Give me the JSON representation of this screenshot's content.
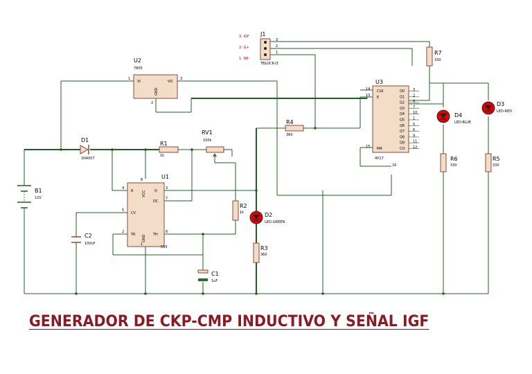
{
  "title": "GENERADOR DE CKP-CMP INDUCTIVO Y SEÑAL IGF",
  "colors": {
    "wire": "#1f5f1f",
    "body": "#f3dcc8",
    "outline": "#8a4a3a",
    "led": "#d40000",
    "title": "#8a1a24"
  },
  "components": {
    "u2": {
      "ref": "U2",
      "value": "7805",
      "pin_vi": "VI",
      "pin_vo": "VO",
      "pin_gnd": "GND",
      "pin1": "1",
      "pin2": "2",
      "pin3": "3"
    },
    "u1": {
      "ref": "U1",
      "value": "555",
      "pin_r": "R",
      "pin_vcc": "VCC",
      "pin_q": "Q",
      "pin_dc": "DC",
      "pin_cv": "CV",
      "pin_tr": "TR",
      "pin_gnd": "GND",
      "pin_th": "TH",
      "n4": "4",
      "n8": "8",
      "n3": "3",
      "n7": "7",
      "n5": "5",
      "n2": "2",
      "n1": "1",
      "n6": "6"
    },
    "u3": {
      "ref": "U3",
      "value": "4017",
      "pins_left": [
        "CLK",
        "E",
        "MR"
      ],
      "nums_left": [
        "14",
        "13",
        "15"
      ],
      "pins_right": [
        "Q0",
        "Q1",
        "Q2",
        "Q3",
        "Q4",
        "Q5",
        "Q6",
        "Q7",
        "Q8",
        "Q9",
        "CO"
      ],
      "nums_right": [
        "3",
        "2",
        "4",
        "7",
        "10",
        "1",
        "5",
        "6",
        "9",
        "11",
        "12"
      ],
      "pin16": "16"
    },
    "j1": {
      "ref": "J1",
      "value": "TBLOCK-I3",
      "nets": [
        "3- IGF",
        "2- G+",
        "1- NE-"
      ],
      "pins": [
        "3",
        "2",
        "1"
      ]
    },
    "d1": {
      "ref": "D1",
      "value": "1N4007"
    },
    "d2": {
      "ref": "D2",
      "value": "LED-GREEN"
    },
    "d3": {
      "ref": "D3",
      "value": "LED-RED"
    },
    "d4": {
      "ref": "D4",
      "value": "LED-BLUE"
    },
    "r1": {
      "ref": "R1",
      "value": "1k"
    },
    "rv1": {
      "ref": "RV1",
      "value": "100k"
    },
    "r2": {
      "ref": "R2",
      "value": "1k"
    },
    "r3": {
      "ref": "R3",
      "value": "360"
    },
    "r4": {
      "ref": "R4",
      "value": "360"
    },
    "r5": {
      "ref": "R5",
      "value": "330"
    },
    "r6": {
      "ref": "R6",
      "value": "330"
    },
    "r7": {
      "ref": "R7",
      "value": "330"
    },
    "c1": {
      "ref": "C1",
      "value": "1uF"
    },
    "c2": {
      "ref": "C2",
      "value": "100nF"
    },
    "b1": {
      "ref": "B1",
      "value": "12V"
    }
  }
}
